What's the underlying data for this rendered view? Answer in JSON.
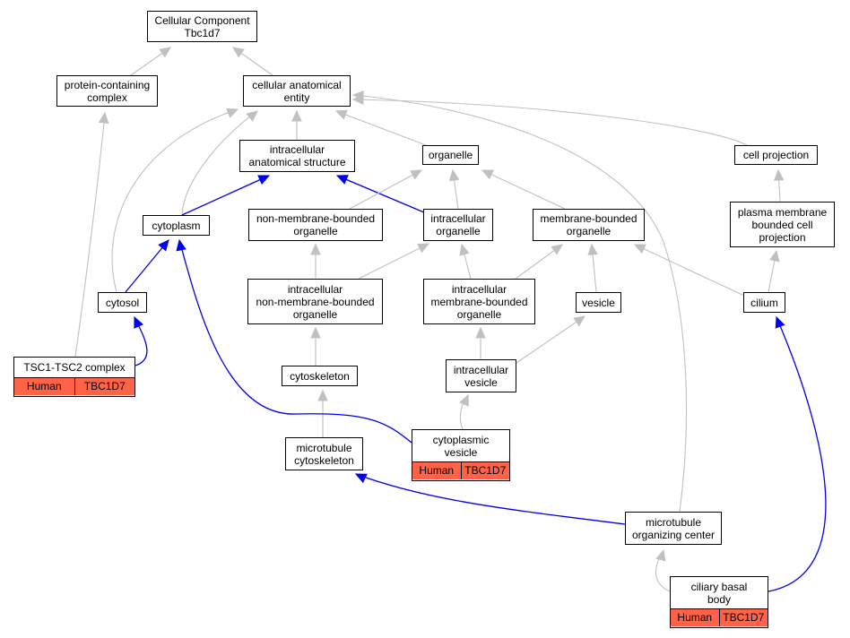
{
  "diagram": {
    "colors": {
      "is_a_edge": "#c0c0c0",
      "part_of_edge": "#0000ee",
      "annotation_fill": "#ff6347"
    },
    "nodes": {
      "root": {
        "label": "Cellular Component\nTbc1d7"
      },
      "prot_complex": {
        "label": "protein-containing\ncomplex"
      },
      "cae": {
        "label": "cellular anatomical\nentity"
      },
      "ias": {
        "label": "intracellular\nanatomical structure"
      },
      "organelle": {
        "label": "organelle"
      },
      "cell_proj": {
        "label": "cell projection"
      },
      "cytoplasm": {
        "label": "cytoplasm"
      },
      "nmbo": {
        "label": "non-membrane-bounded\norganelle"
      },
      "io": {
        "label": "intracellular\norganelle"
      },
      "mbo": {
        "label": "membrane-bounded\norganelle"
      },
      "pmbcp": {
        "label": "plasma membrane\nbounded cell\nprojection"
      },
      "cytosol": {
        "label": "cytosol"
      },
      "inmbo": {
        "label": "intracellular\nnon-membrane-bounded\norganelle"
      },
      "imbo": {
        "label": "intracellular\nmembrane-bounded\norganelle"
      },
      "vesicle": {
        "label": "vesicle"
      },
      "cilium": {
        "label": "cilium"
      },
      "cytoskeleton": {
        "label": "cytoskeleton"
      },
      "ivesicle": {
        "label": "intracellular\nvesicle"
      },
      "mt_cyto": {
        "label": "microtubule\ncytoskeleton"
      },
      "mtoc": {
        "label": "microtubule\norganizing center"
      }
    },
    "annotated_nodes": {
      "tsc": {
        "label": "TSC1-TSC2 complex",
        "species": "Human",
        "gene": "TBC1D7"
      },
      "cves": {
        "label": "cytoplasmic\nvesicle",
        "species": "Human",
        "gene": "TBC1D7"
      },
      "cbb": {
        "label": "ciliary basal\nbody",
        "species": "Human",
        "gene": "TBC1D7"
      }
    }
  }
}
